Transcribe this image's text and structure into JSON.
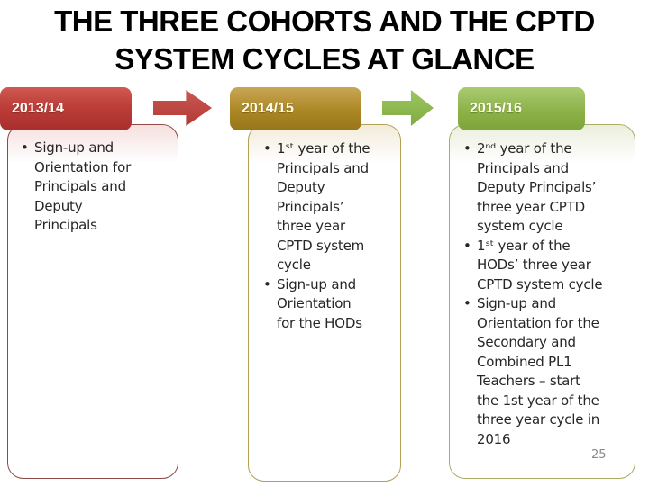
{
  "title": {
    "line1": "THE THREE COHORTS AND THE CPTD",
    "line2": "SYSTEM CYCLES AT GLANCE"
  },
  "page_number": "25",
  "columns": [
    {
      "year": "2013/14",
      "accent_color": "#BC3D39",
      "border_color": "#8F4A47",
      "bullets": [
        "Sign-up and\nOrientation for\nPrincipals and\nDeputy\nPrincipals"
      ]
    },
    {
      "year": "2014/15",
      "accent_color": "#AB8724",
      "border_color": "#B3A055",
      "bullets": [
        "1ˢᵗ year of the\nPrincipals and\nDeputy\nPrincipals’\nthree year\nCPTD system\ncycle",
        "Sign-up and\nOrientation\nfor the HODs"
      ]
    },
    {
      "year": "2015/16",
      "accent_color": "#8CB248",
      "border_color": "#A9AD63",
      "bullets": [
        "2ⁿᵈ year of the\nPrincipals and\nDeputy Principals’\nthree year CPTD\nsystem cycle",
        "1ˢᵗ year of the\nHODs’ three year\nCPTD system cycle",
        "Sign-up and\nOrientation for the\nSecondary and\nCombined PL1\nTeachers – start\nthe 1st year of the\nthree year cycle in\n2016"
      ]
    }
  ],
  "icons": {
    "arrow_1": "right-arrow-icon",
    "arrow_2": "right-arrow-icon"
  },
  "colors": {
    "title_text": "#000000",
    "body_text": "#262626",
    "arrow_red": "#B84440",
    "arrow_green": "#8FB951",
    "page_number": "#8A8A8A"
  }
}
